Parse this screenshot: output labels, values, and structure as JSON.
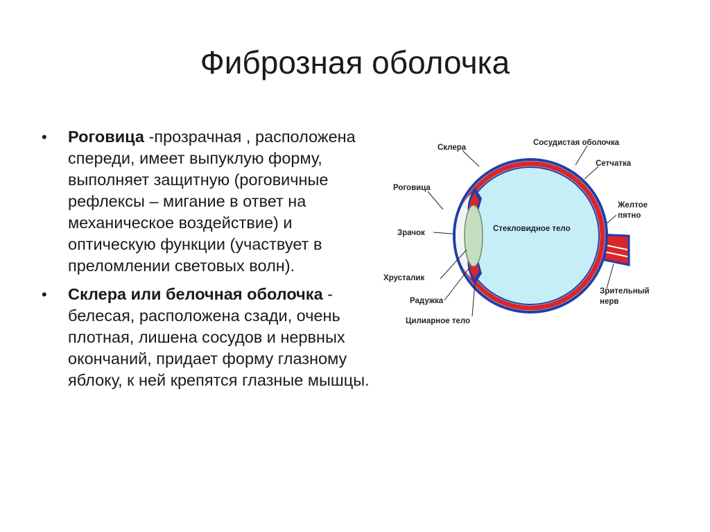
{
  "title": "Фиброзная оболочка",
  "bullets": [
    {
      "marker": "•",
      "term": "Роговица",
      "text": "  -прозрачная , расположена спереди, имеет выпуклую форму, выполняет защитную (роговичные рефлексы – мигание в ответ на механическое воздействие)  и оптическую функции (участвует в преломлении световых волн)."
    },
    {
      "marker": "•",
      "term": "Склера или белочная оболочка",
      "text": " - белесая, расположена сзади, очень плотная, лишена сосудов и нервных окончаний, придает форму глазному яблоку, к ней крепятся глазные мышцы."
    }
  ],
  "diagram": {
    "labels": {
      "sclera": "Склера",
      "choroid": "Сосудистая оболочка",
      "retina": "Сетчатка",
      "cornea": "Роговица",
      "macula_1": "Желтое",
      "macula_2": "пятно",
      "pupil": "Зрачок",
      "vitreous": "Стекловидное тело",
      "lens": "Хрусталик",
      "iris": "Радужка",
      "ciliary": "Цилиарное тело",
      "nerve_1": "Зрительный",
      "nerve_2": "нерв"
    },
    "colors": {
      "vitreous": "#c6eef7",
      "choroid": "#d8262b",
      "sclera_line": "#1f3fa8",
      "lens": "#c5dec0",
      "cornea_fill": "#f2f2f4"
    }
  }
}
